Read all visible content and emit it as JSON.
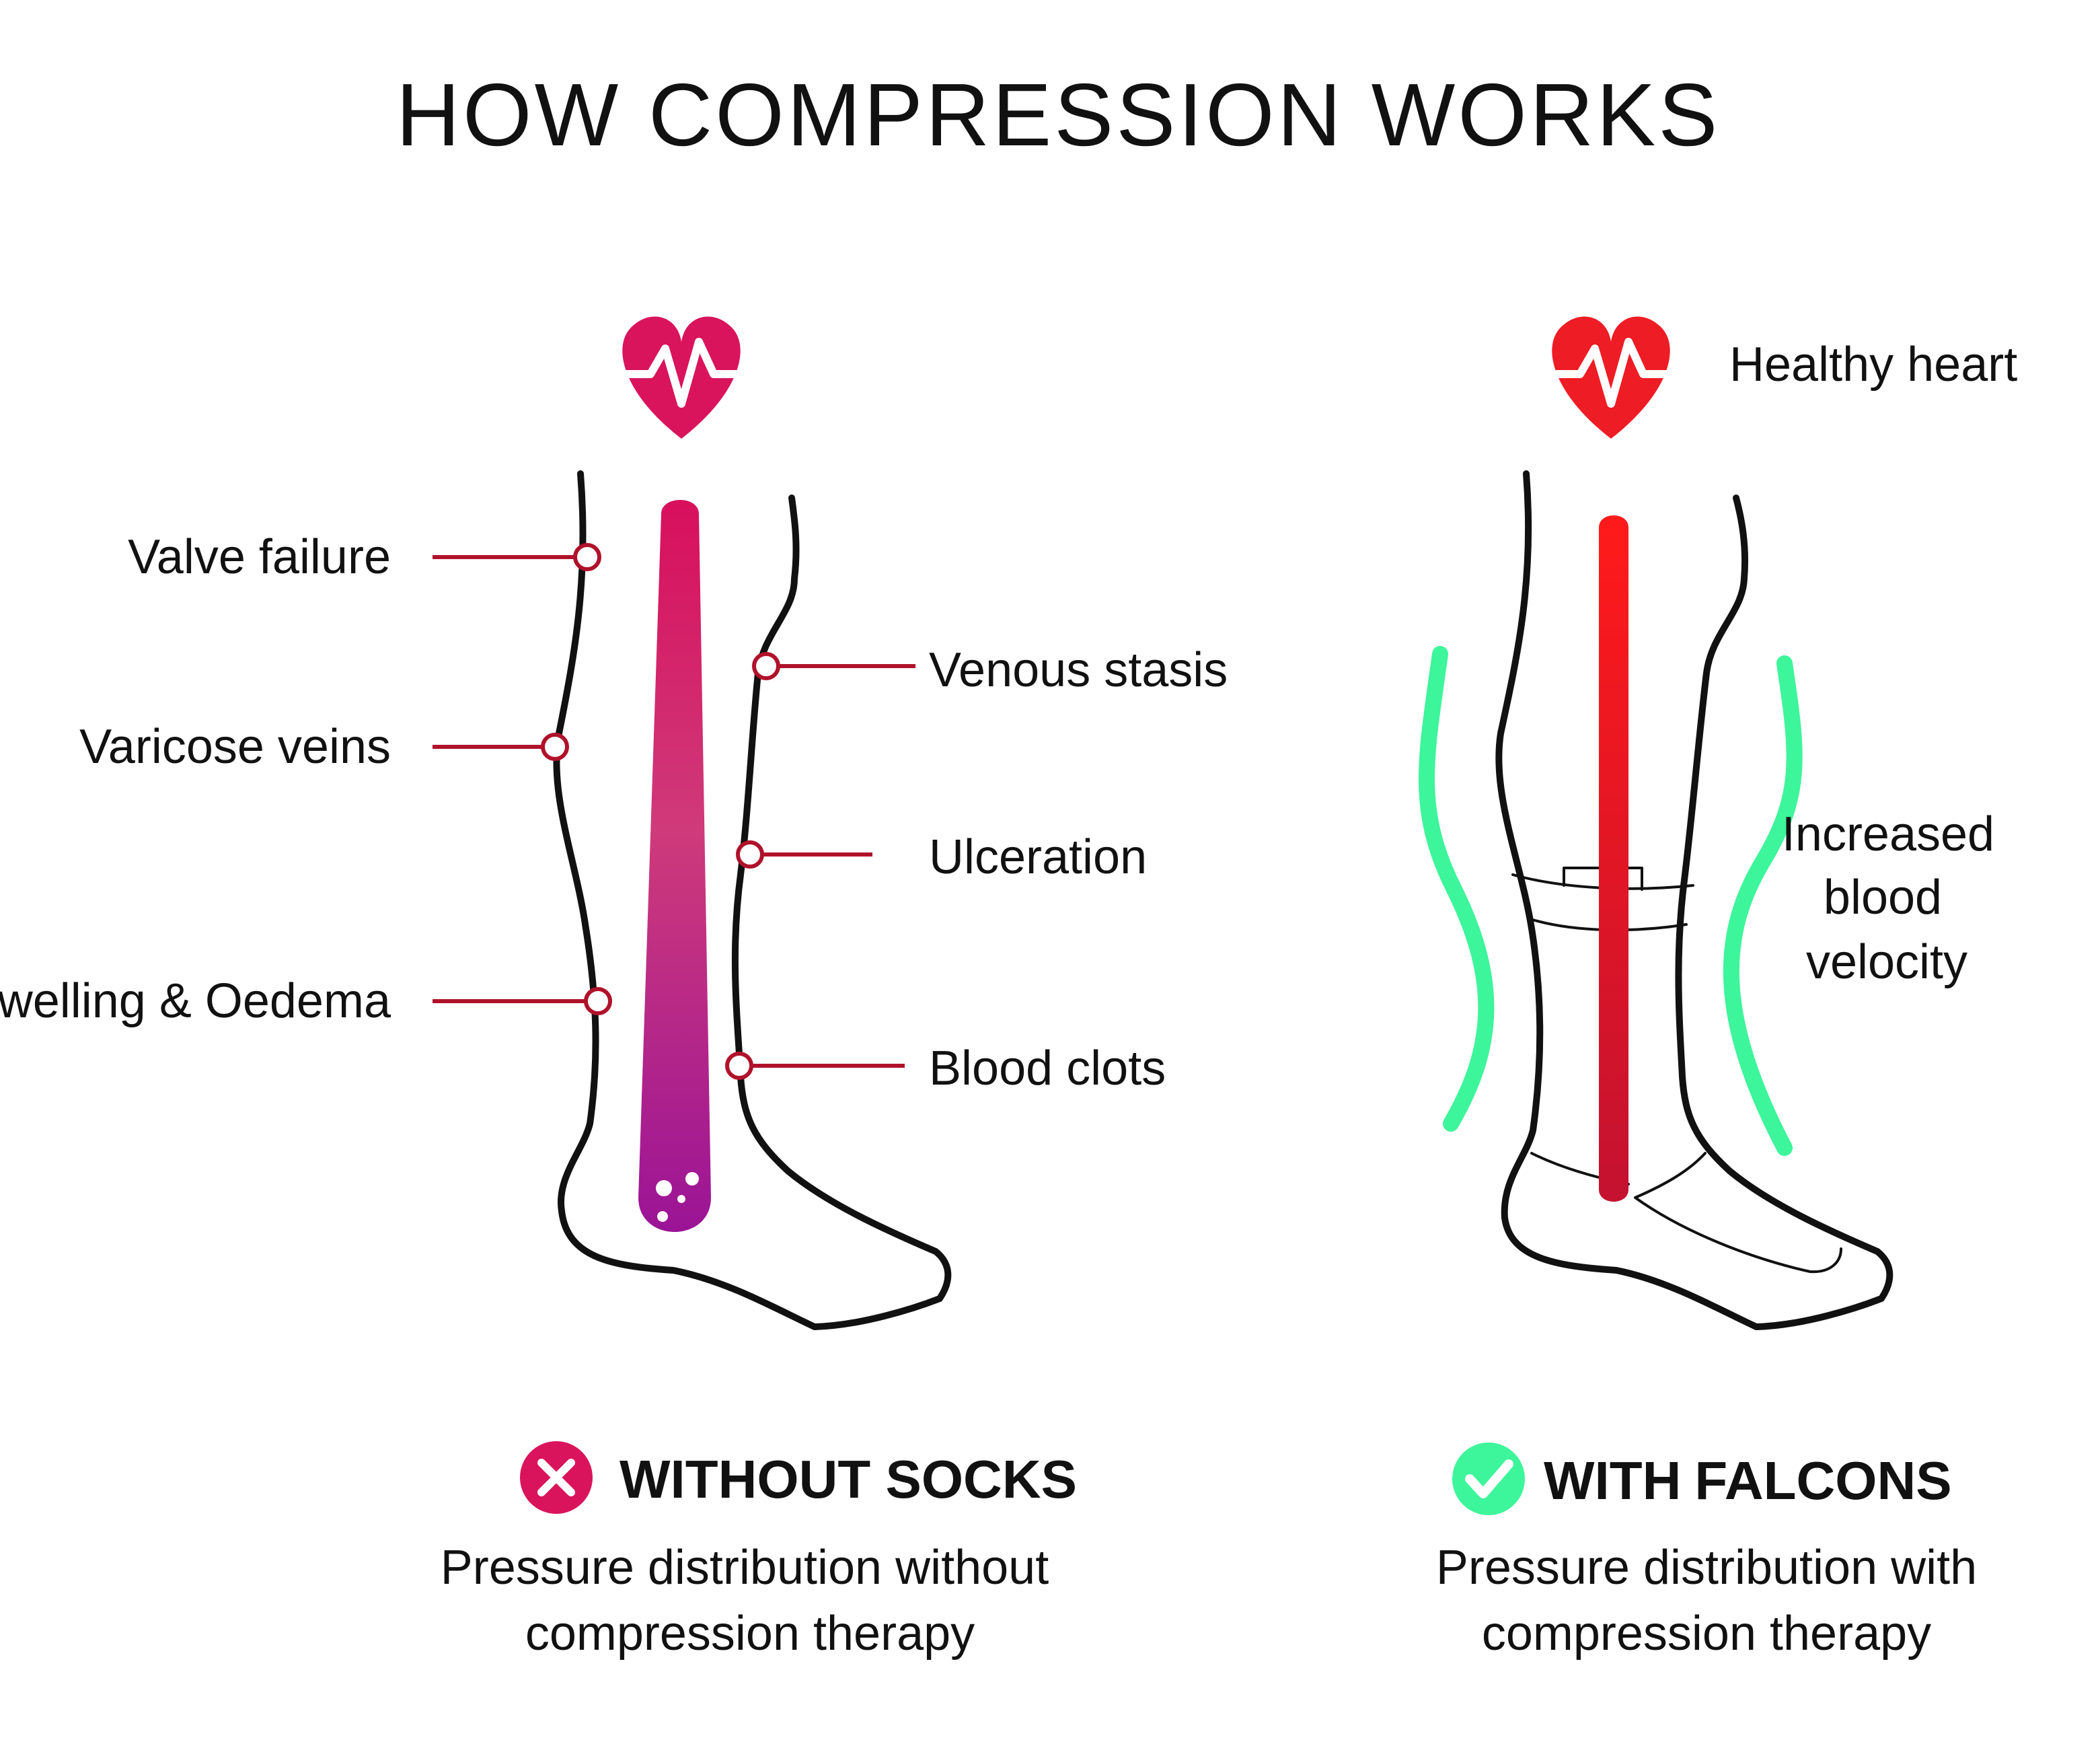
{
  "title": "HOW COMPRESSION WORKS",
  "left_panel": {
    "callouts_left": [
      "Valve failure",
      "Varicose veins",
      "Swelling & Oedema"
    ],
    "callouts_right": [
      "Venous stasis",
      "Ulceration",
      "Blood clots"
    ],
    "caption_title": "WITHOUT SOCKS",
    "caption_text": [
      "Pressure distribution without",
      "compression therapy"
    ],
    "status_icon": "cross-icon"
  },
  "right_panel": {
    "heart_label": "Healthy heart",
    "velocity_label": [
      "Increased",
      "blood",
      "velocity"
    ],
    "caption_title_prefix": "WITH",
    "caption_title_brand": "FALCONS",
    "caption_text": [
      "Pressure distribution with",
      "compression therapy"
    ],
    "status_icon": "check-icon"
  },
  "colors": {
    "magenta": "#d9145c",
    "purple": "#9b1496",
    "red": "#ee1c24",
    "dark_red": "#c4122f",
    "callout_line": "#b0122b",
    "green": "#3df59a",
    "outline": "#111111"
  }
}
